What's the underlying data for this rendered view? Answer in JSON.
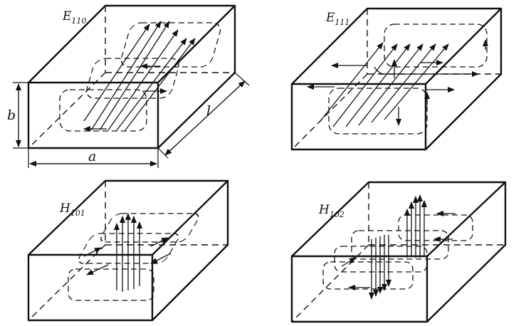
{
  "modes": [
    {
      "id": "E110",
      "letter": "E",
      "sub": "110"
    },
    {
      "id": "E111",
      "letter": "E",
      "sub": "111"
    },
    {
      "id": "H101",
      "letter": "H",
      "sub": "101"
    },
    {
      "id": "H102",
      "letter": "H",
      "sub": "102"
    }
  ],
  "dimensions": {
    "width": "a",
    "height": "b",
    "length": "l"
  }
}
